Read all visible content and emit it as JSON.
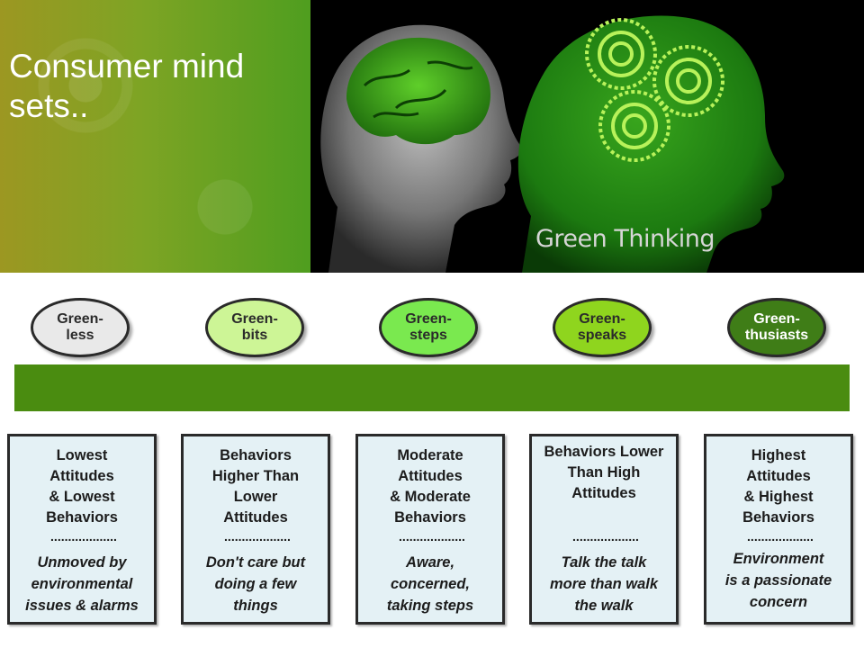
{
  "header": {
    "title": "Consumer mind sets..",
    "image_caption": "Green Thinking"
  },
  "segments": [
    {
      "label": "Green-\nless",
      "fill": "#e9e9e9",
      "heading": "Lowest\nAttitudes\n& Lowest\nBehaviors",
      "description": "Unmoved by\nenvironmental\nissues & alarms"
    },
    {
      "label": "Green-\nbits",
      "fill": "#cdf596",
      "heading": "Behaviors\nHigher Than\nLower\nAttitudes",
      "description": "Don't care but\ndoing a few\nthings"
    },
    {
      "label": "Green-\nsteps",
      "fill": "#7ae94f",
      "heading": "Moderate\nAttitudes\n& Moderate\nBehaviors",
      "description": "Aware,\nconcerned,\ntaking steps"
    },
    {
      "label": "Green-\nspeaks",
      "fill": "#8fd51e",
      "heading": "Behaviors Lower\nThan High\nAttitudes",
      "description": "Talk the talk\nmore than walk\nthe walk"
    },
    {
      "label": "Green-\nthusiasts",
      "fill": "#3f7d17",
      "text_color": "#ffffff",
      "heading": "Highest\nAttitudes\n& Highest\nBehaviors",
      "description": "Environment\nis a passionate\nconcern"
    }
  ],
  "separator": "...................",
  "colors": {
    "band": "#4a8c10",
    "box_fill": "#e4f1f5",
    "title_text": "#ffffff"
  }
}
